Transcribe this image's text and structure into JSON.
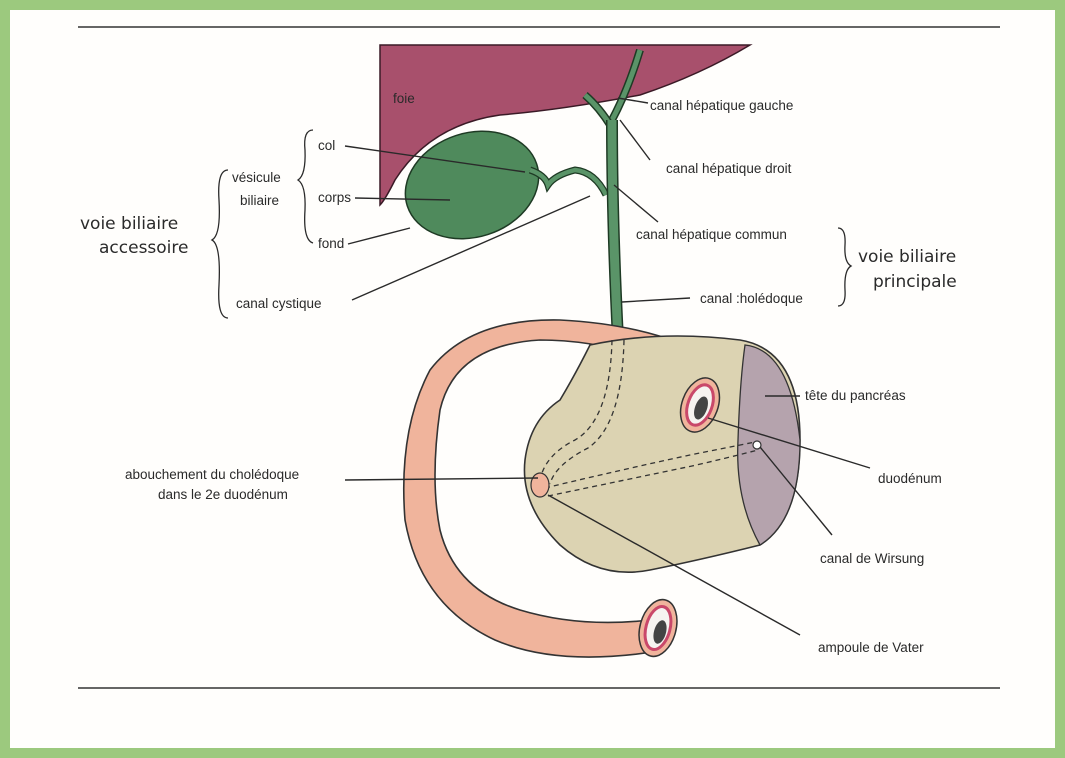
{
  "labels": {
    "foie": "foie",
    "canal_hepatique_gauche": "canal hépatique gauche",
    "canal_hepatique_droit": "canal hépatique droit",
    "col": "col",
    "vesicule": "vésicule",
    "biliaire": "biliaire",
    "corps": "corps",
    "fond": "fond",
    "voie_biliaire_accessoire_1": "voie biliaire",
    "voie_biliaire_accessoire_2": "accessoire",
    "canal_hepatique_commun": "canal hépatique commun",
    "voie_biliaire_principale_1": "voie biliaire",
    "voie_biliaire_principale_2": "principale",
    "canal_cystique": "canal cystique",
    "canal_choledoque": "canal :holédoque",
    "tete_du_pancreas": "tête du pancréas",
    "duodenum": "duodénum",
    "abouchement_1": "abouchement du cholédoque",
    "abouchement_2": "dans le 2e duodénum",
    "canal_de_wirsung": "canal de Wirsung",
    "ampoule_de_vater": "ampoule de Vater"
  },
  "colors": {
    "liver": "#a8506c",
    "gallbladder": "#4f8a5c",
    "duct": "#5a9468",
    "duodenum": "#f0b49c",
    "pancreas": "#dcd3b2",
    "pancreas_cut": "#b5a3ad",
    "frame": "#9cc97e"
  }
}
